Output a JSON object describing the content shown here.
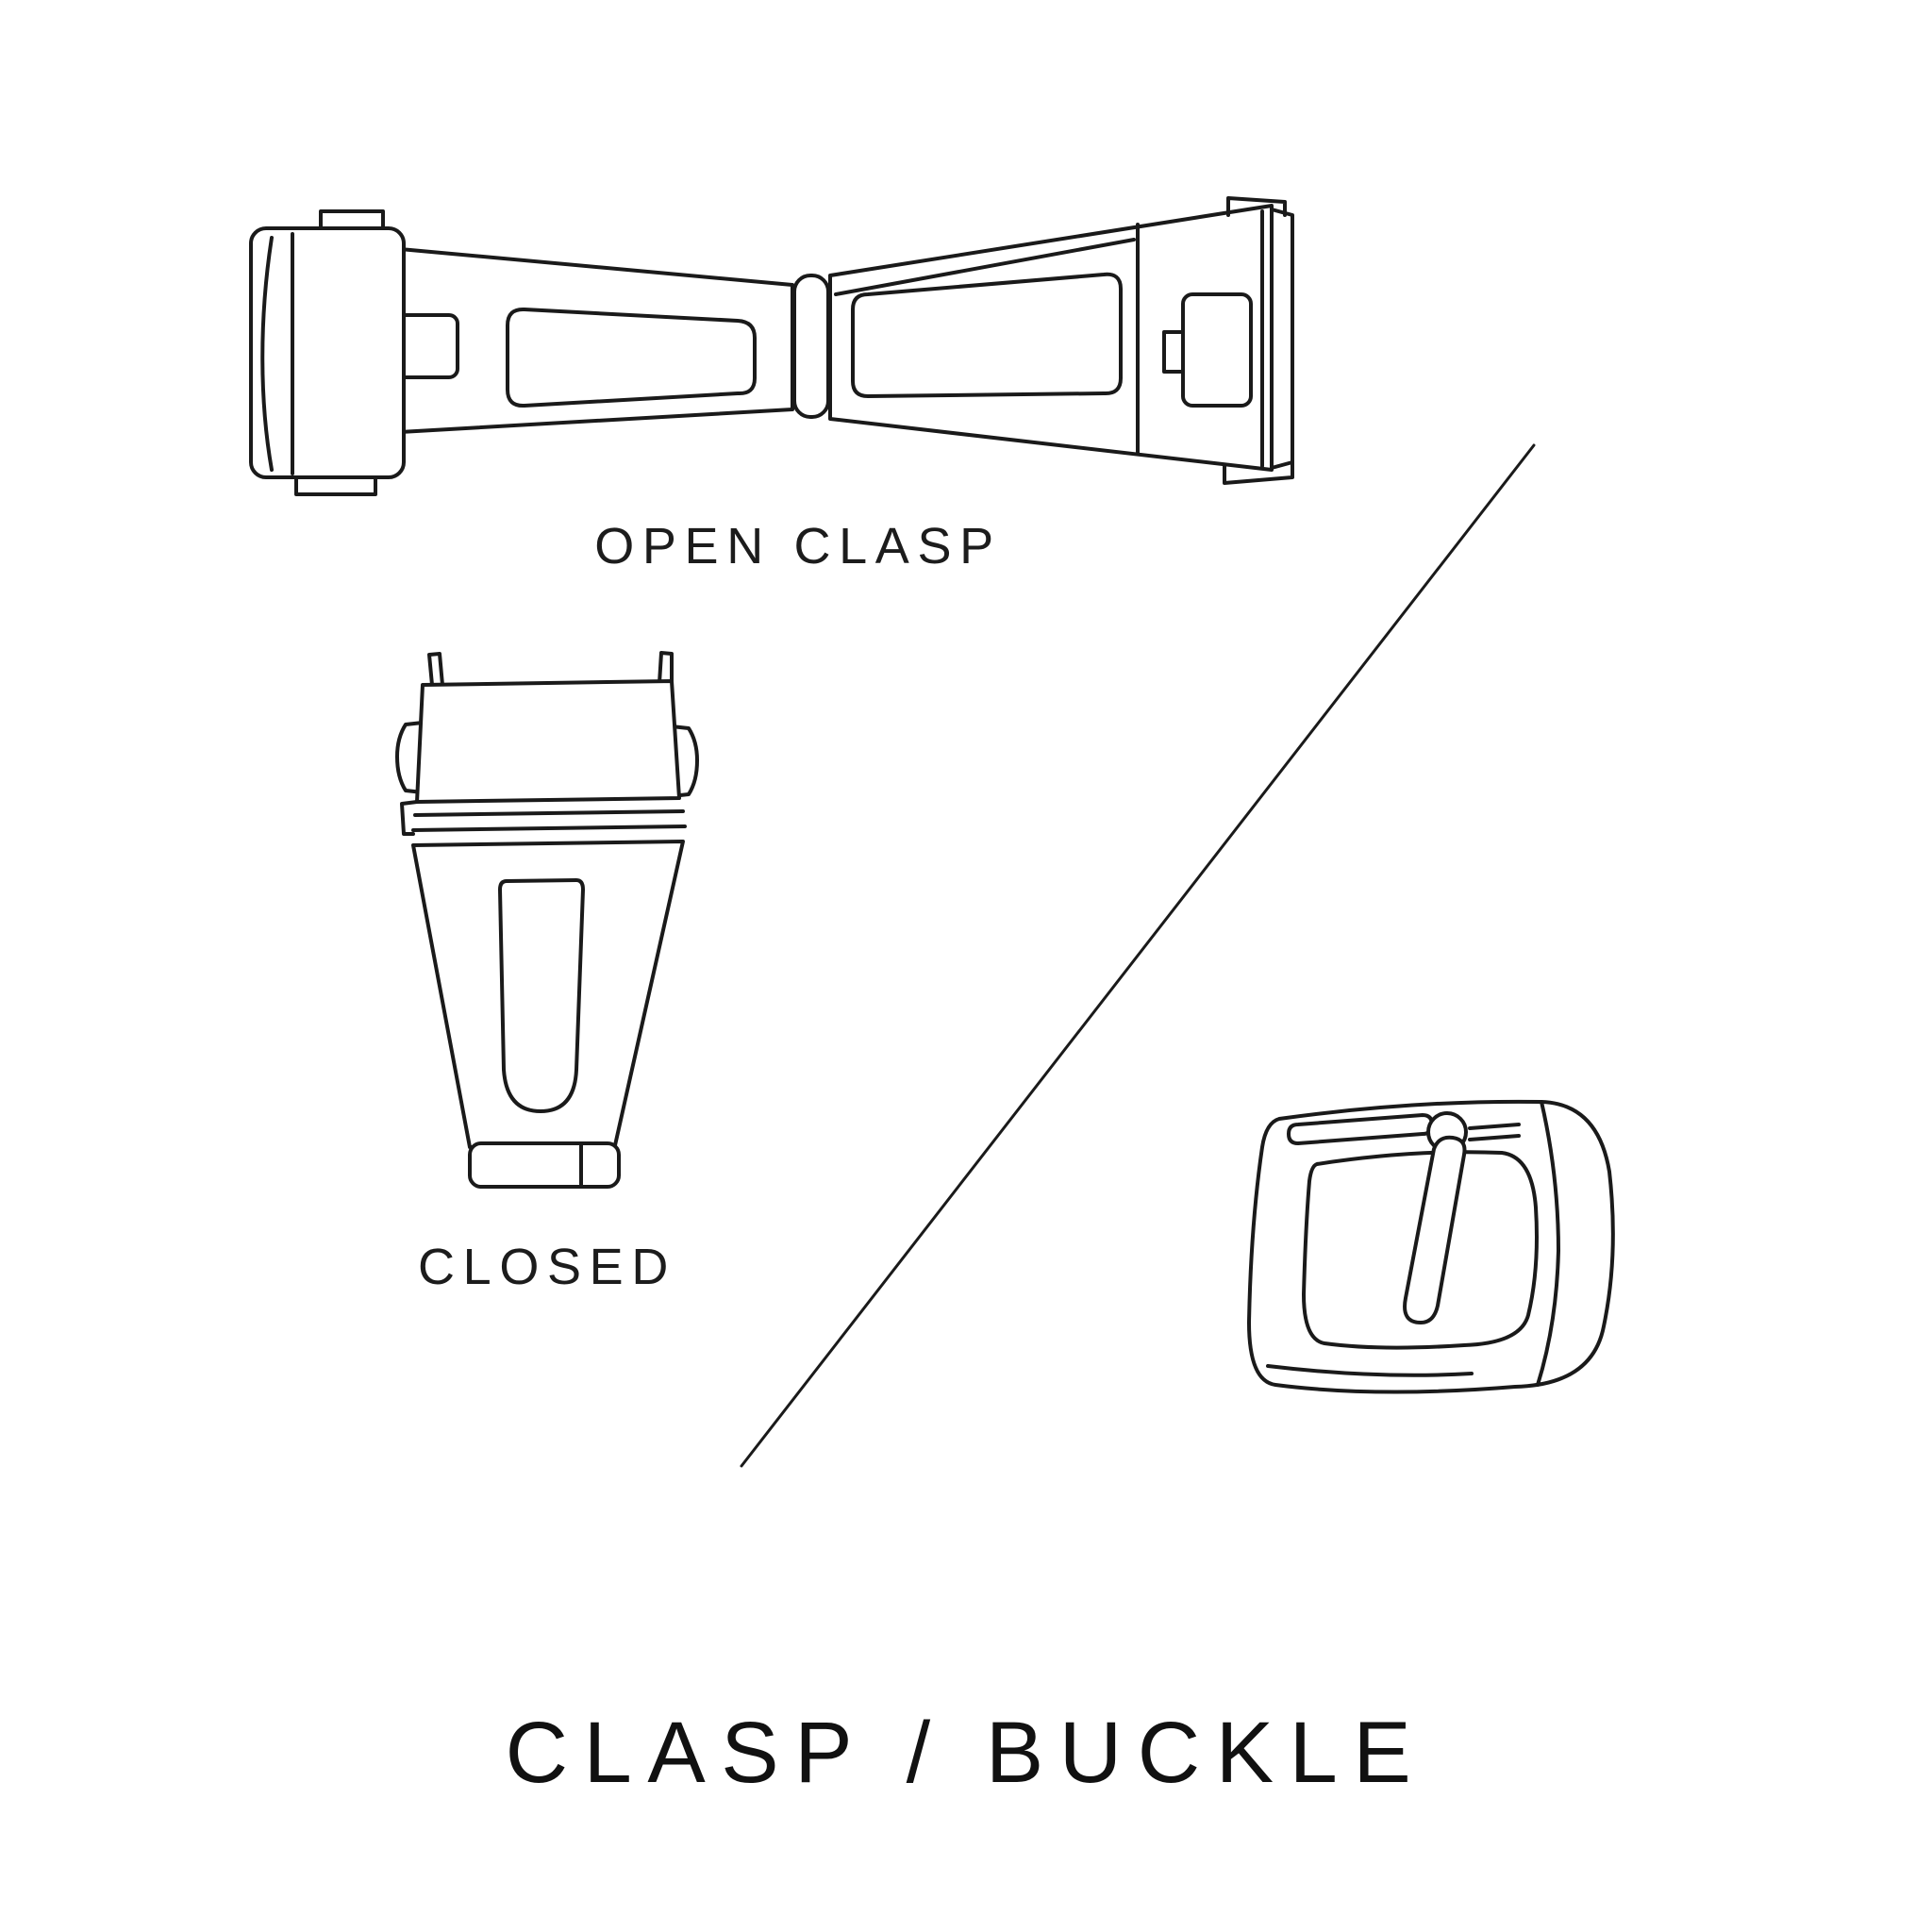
{
  "canvas": {
    "background_color": "#ffffff",
    "line_color": "#1a1a1a",
    "text_color": "#1c1c1c"
  },
  "labels": {
    "open_clasp": "OPEN CLASP",
    "closed_clasp": "CLOSED",
    "title": "CLASP / BUCKLE"
  },
  "illustrations": [
    {
      "name": "open-clasp-illustration",
      "meaning": "watch deployant clasp shown open (butterfly, top view)"
    },
    {
      "name": "closed-clasp-illustration",
      "meaning": "watch deployant clasp shown closed (top view)"
    },
    {
      "name": "pin-buckle-illustration",
      "meaning": "watch tang pin buckle (three-quarter view)"
    },
    {
      "name": "diagonal-divider",
      "meaning": "diagonal line separating clasp and buckle sections"
    }
  ]
}
